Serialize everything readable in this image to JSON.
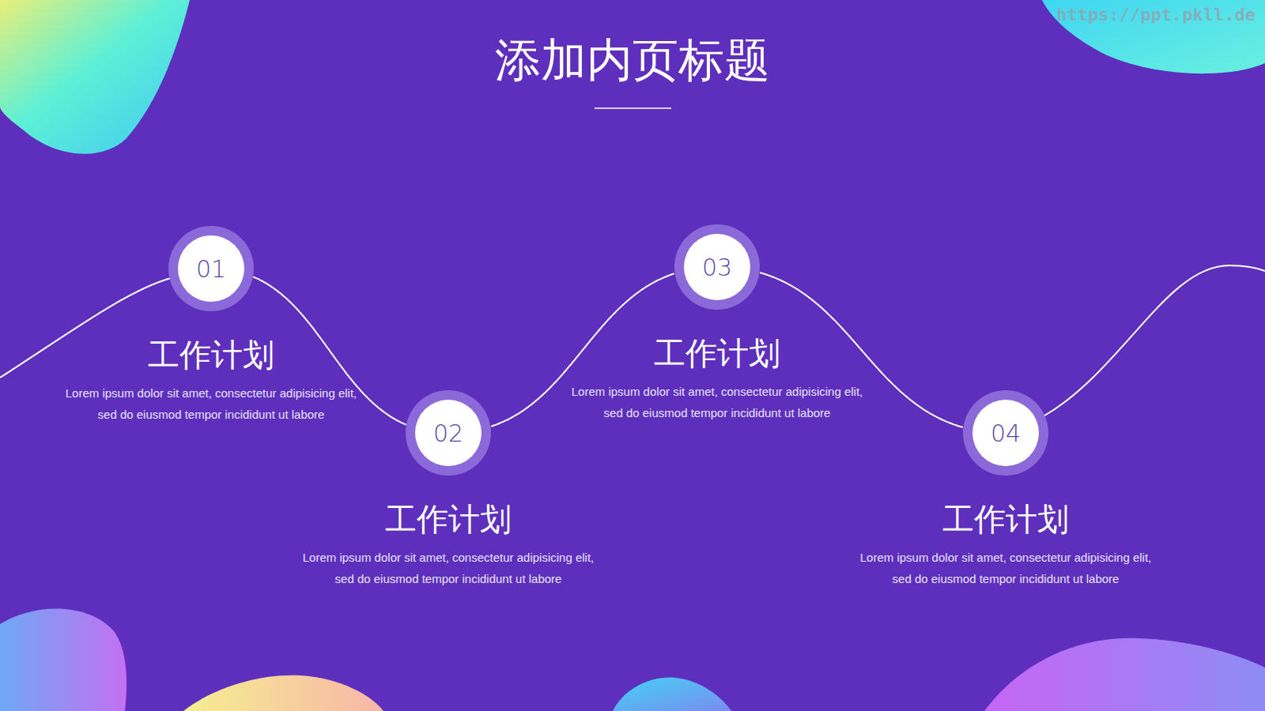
{
  "diagram": {
    "title": "添加内页标题",
    "nodes": [
      {
        "text": [
          "01",
          "工作计划",
          "Lorem ipsum dolor sit amet, consectetur adipisicing elit, sed do eiusmod tempor incididunt ut labore"
        ]
      },
      {
        "text": [
          "02",
          "工作计划",
          "Lorem ipsum dolor sit amet, consectetur adipisicing elit, sed do eiusmod tempor incididunt ut labore"
        ]
      },
      {
        "text": [
          "03",
          "工作计划",
          "Lorem ipsum dolor sit amet, consectetur adipisicing elit, sed do eiusmod tempor incididunt ut labore"
        ]
      },
      {
        "text": [
          "04",
          "工作计划",
          "Lorem ipsum dolor sit amet, consectetur adipisicing elit, sed do eiusmod tempor incididunt ut labore"
        ]
      }
    ],
    "edges": [
      {
        "from": 0,
        "to": 1,
        "arrow": "none"
      },
      {
        "from": 1,
        "to": 2,
        "arrow": "none"
      },
      {
        "from": 2,
        "to": 3,
        "arrow": "none"
      }
    ],
    "labels": [
      "https://ppt.pkll.de"
    ]
  }
}
